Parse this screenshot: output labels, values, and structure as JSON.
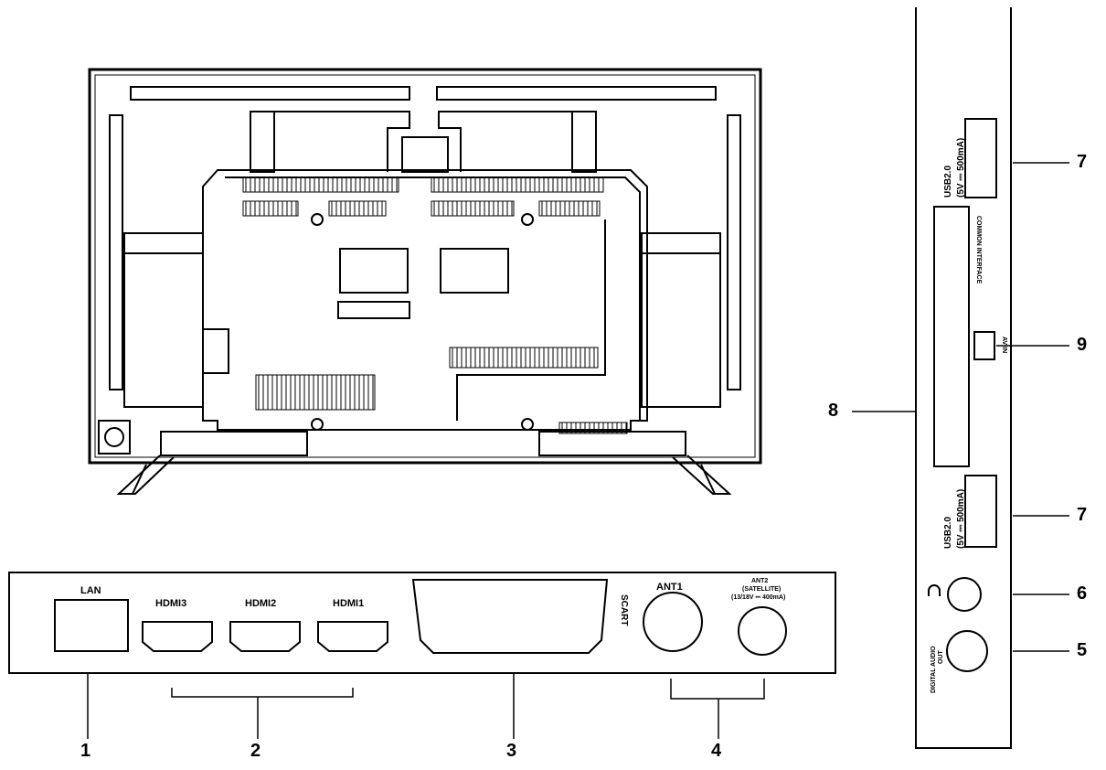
{
  "bottom_panel": {
    "lan": "LAN",
    "hdmi3": "HDMI3",
    "hdmi2": "HDMI2",
    "hdmi1": "HDMI1",
    "scart": "SCART",
    "ant1": "ANT1",
    "ant2_line1": "ANT2",
    "ant2_line2": "(SATELLITE)",
    "ant2_line3": "(13/18V ⎓ 400mA)"
  },
  "side_panel": {
    "usb_top_line1": "USB2.0",
    "usb_top_line2": "(5V ⎓ 500mA)",
    "common_interface": "COMMON INTERFACE",
    "av_in": "AV IN",
    "usb_bottom_line1": "USB2.0",
    "usb_bottom_line2": "(5V ⎓ 500mA)",
    "headphone_icon": "headphone-icon",
    "digital_audio_line1": "DIGITAL AUDIO",
    "digital_audio_line2": "OUT"
  },
  "callouts": {
    "n1": "1",
    "n2": "2",
    "n3": "3",
    "n4": "4",
    "n5": "5",
    "n6": "6",
    "n7_top": "7",
    "n7_bottom": "7",
    "n8": "8",
    "n9": "9"
  }
}
